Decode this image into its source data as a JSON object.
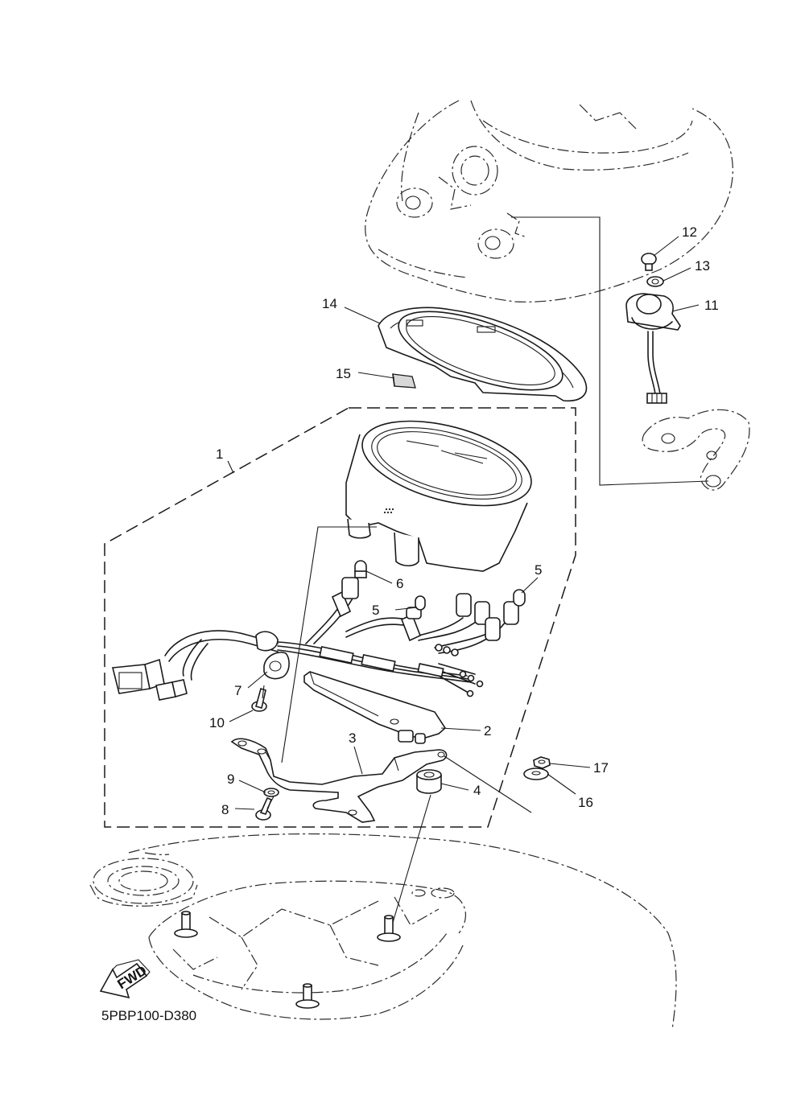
{
  "callouts": {
    "c1": "1",
    "c2": "2",
    "c3": "3",
    "c4": "4",
    "c5a": "5",
    "c5b": "5",
    "c6": "6",
    "c7": "7",
    "c8": "8",
    "c9": "9",
    "c10": "10",
    "c11": "11",
    "c12": "12",
    "c13": "13",
    "c14": "14",
    "c15": "15",
    "c16": "16",
    "c17": "17"
  },
  "fwd_label": "FWD",
  "diagram_code": "5PBP100-D380"
}
